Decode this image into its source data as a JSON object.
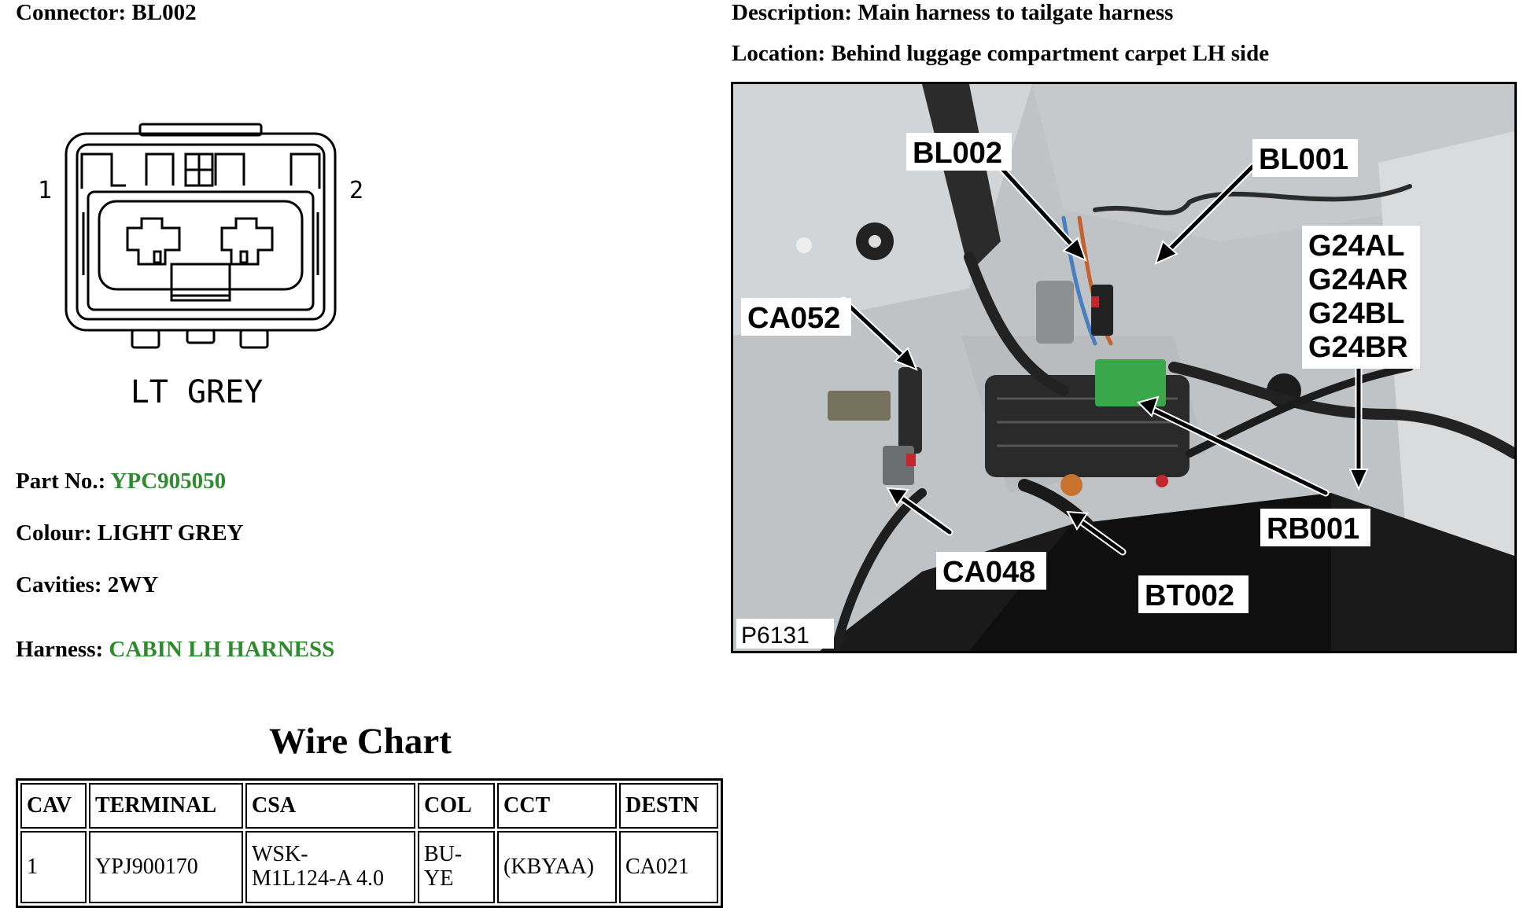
{
  "header": {
    "connector": "Connector: BL002",
    "description": "Description: Main harness to tailgate harness",
    "location": "Location: Behind luggage compartment carpet LH side"
  },
  "diagram": {
    "pin_left": "1",
    "pin_right": "2",
    "colour_label": "LT GREY"
  },
  "details": {
    "part_label": "Part No.: ",
    "part_value": "YPC905050",
    "colour": "Colour: LIGHT GREY",
    "cavities": "Cavities: 2WY",
    "harness_label": "Harness: ",
    "harness_value": "CABIN LH HARNESS"
  },
  "photo": {
    "callouts": {
      "bl002": "BL002",
      "bl001": "BL001",
      "g24al": "G24AL",
      "g24ar": "G24AR",
      "g24bl": "G24BL",
      "g24br": "G24BR",
      "ca052": "CA052",
      "rb001": "RB001",
      "ca048": "CA048",
      "bt002": "BT002"
    },
    "ref": "P6131"
  },
  "wire_chart": {
    "title": "Wire Chart",
    "columns": [
      "CAV",
      "TERMINAL",
      "CSA",
      "COL",
      "CCT",
      "DESTN"
    ],
    "rows": [
      {
        "cav": "1",
        "terminal": "YPJ900170",
        "csa_1": "WSK-",
        "csa_2": "M1L124-A 4.0",
        "col_1": "BU-",
        "col_2": "YE",
        "cct": "(KBYAA)",
        "destn": "CA021"
      }
    ]
  },
  "colors": {
    "link_green": "#2e8b2e"
  }
}
